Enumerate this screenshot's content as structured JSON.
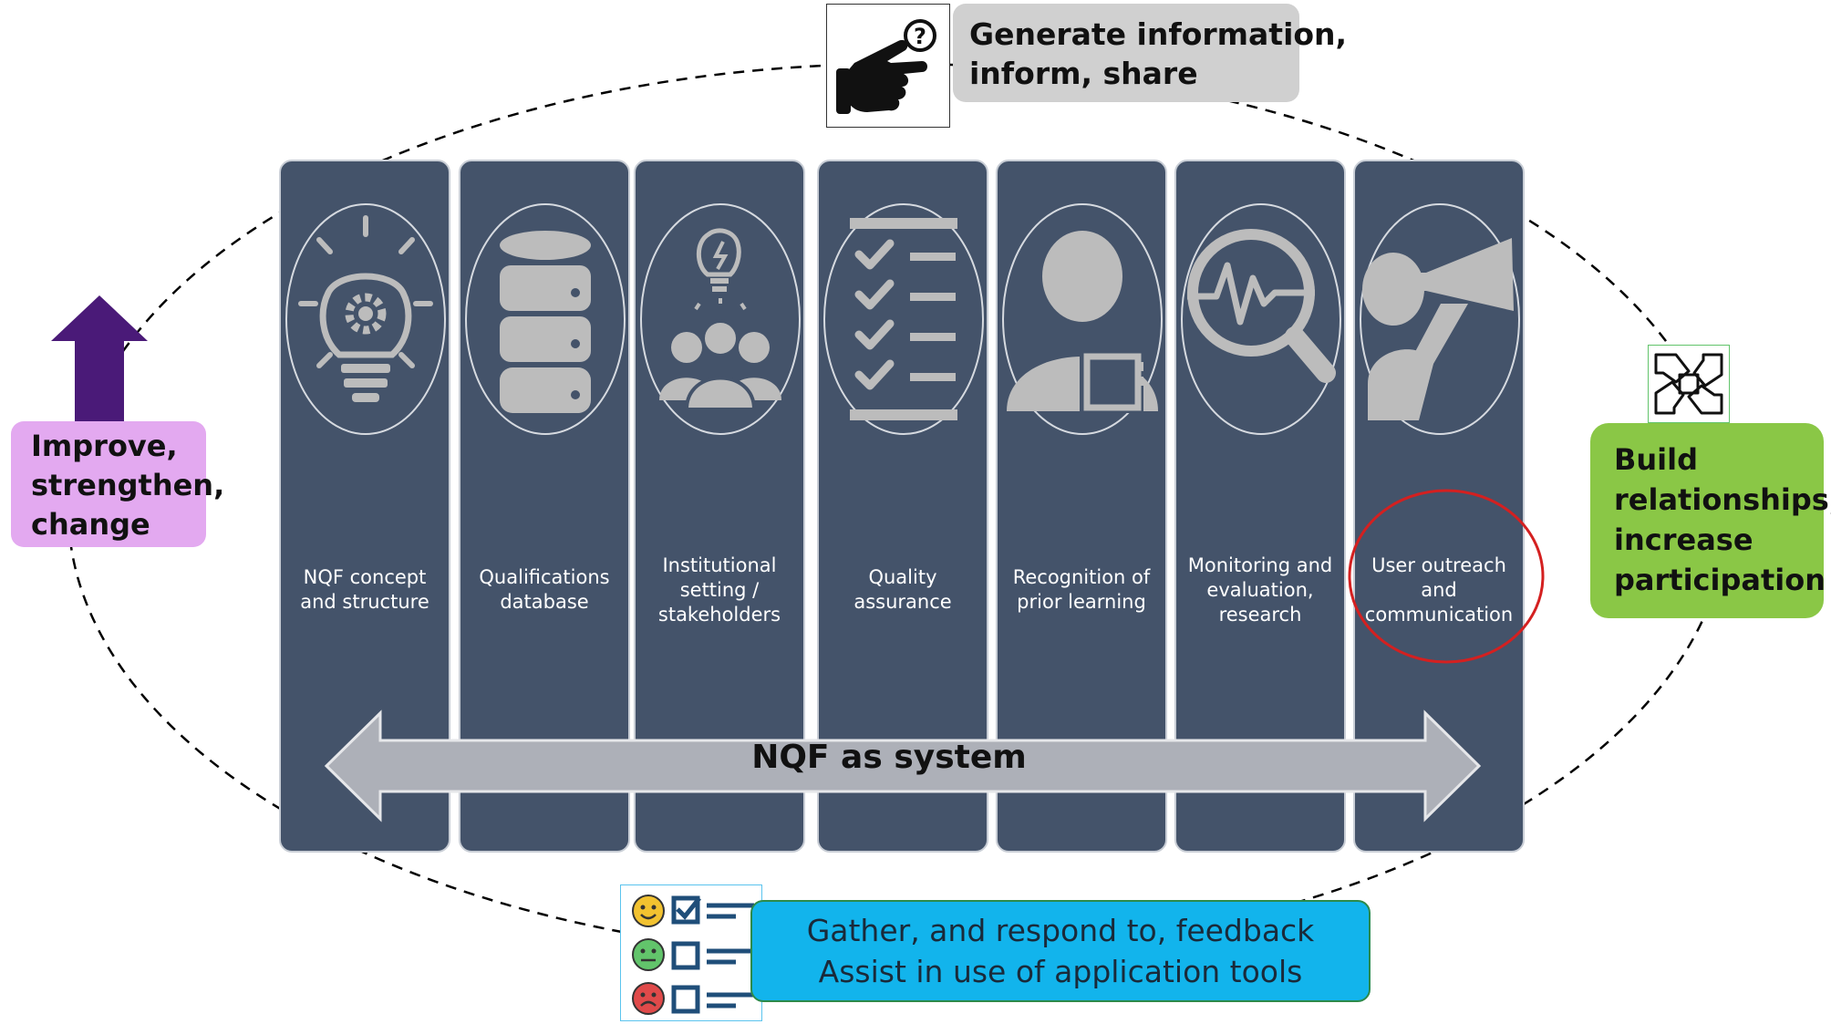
{
  "columns": [
    {
      "label": [
        "NQF concept",
        "and structure"
      ],
      "icon": "lightbulb-gear-icon"
    },
    {
      "label": [
        "Qualifications",
        "database"
      ],
      "icon": "database-icon"
    },
    {
      "label": [
        "Institutional",
        "setting /",
        "stakeholders"
      ],
      "icon": "stakeholders-idea-icon"
    },
    {
      "label": [
        "Quality",
        "assurance"
      ],
      "icon": "checklist-icon"
    },
    {
      "label": [
        "Recognition of",
        "prior learning"
      ],
      "icon": "person-certificate-icon"
    },
    {
      "label": [
        "Monitoring and",
        "evaluation,",
        "research"
      ],
      "icon": "magnifier-pulse-icon"
    },
    {
      "label": [
        "User outreach",
        "and",
        "communication"
      ],
      "icon": "megaphone-icon"
    }
  ],
  "system_arrow": {
    "label": "NQF as system"
  },
  "generate_box": {
    "lines": [
      "Generate information,",
      "inform, share"
    ],
    "icon": "pointing-hand-question-icon"
  },
  "improve_box": {
    "lines": [
      "Improve,",
      "strengthen,",
      "change"
    ],
    "icon": "up-arrow-icon"
  },
  "build_box": {
    "lines": [
      "Build",
      "relationships,",
      "increase",
      "participation"
    ],
    "icon": "joined-hands-icon"
  },
  "gather_box": {
    "lines": [
      "Gather, and respond to, feedback",
      "Assist in use of application tools"
    ],
    "icon": "feedback-survey-icon"
  },
  "highlight": {
    "target": "User outreach and communication"
  },
  "colors": {
    "column": "#44536a",
    "icon_fill": "#bcbcbc",
    "generate": "#d0d0d0",
    "improve": "#e3a9f0",
    "build": "#8ac746",
    "gather": "#12b4ec",
    "arrow_purple": "#4a1a78",
    "highlight_circle": "#d42020"
  }
}
